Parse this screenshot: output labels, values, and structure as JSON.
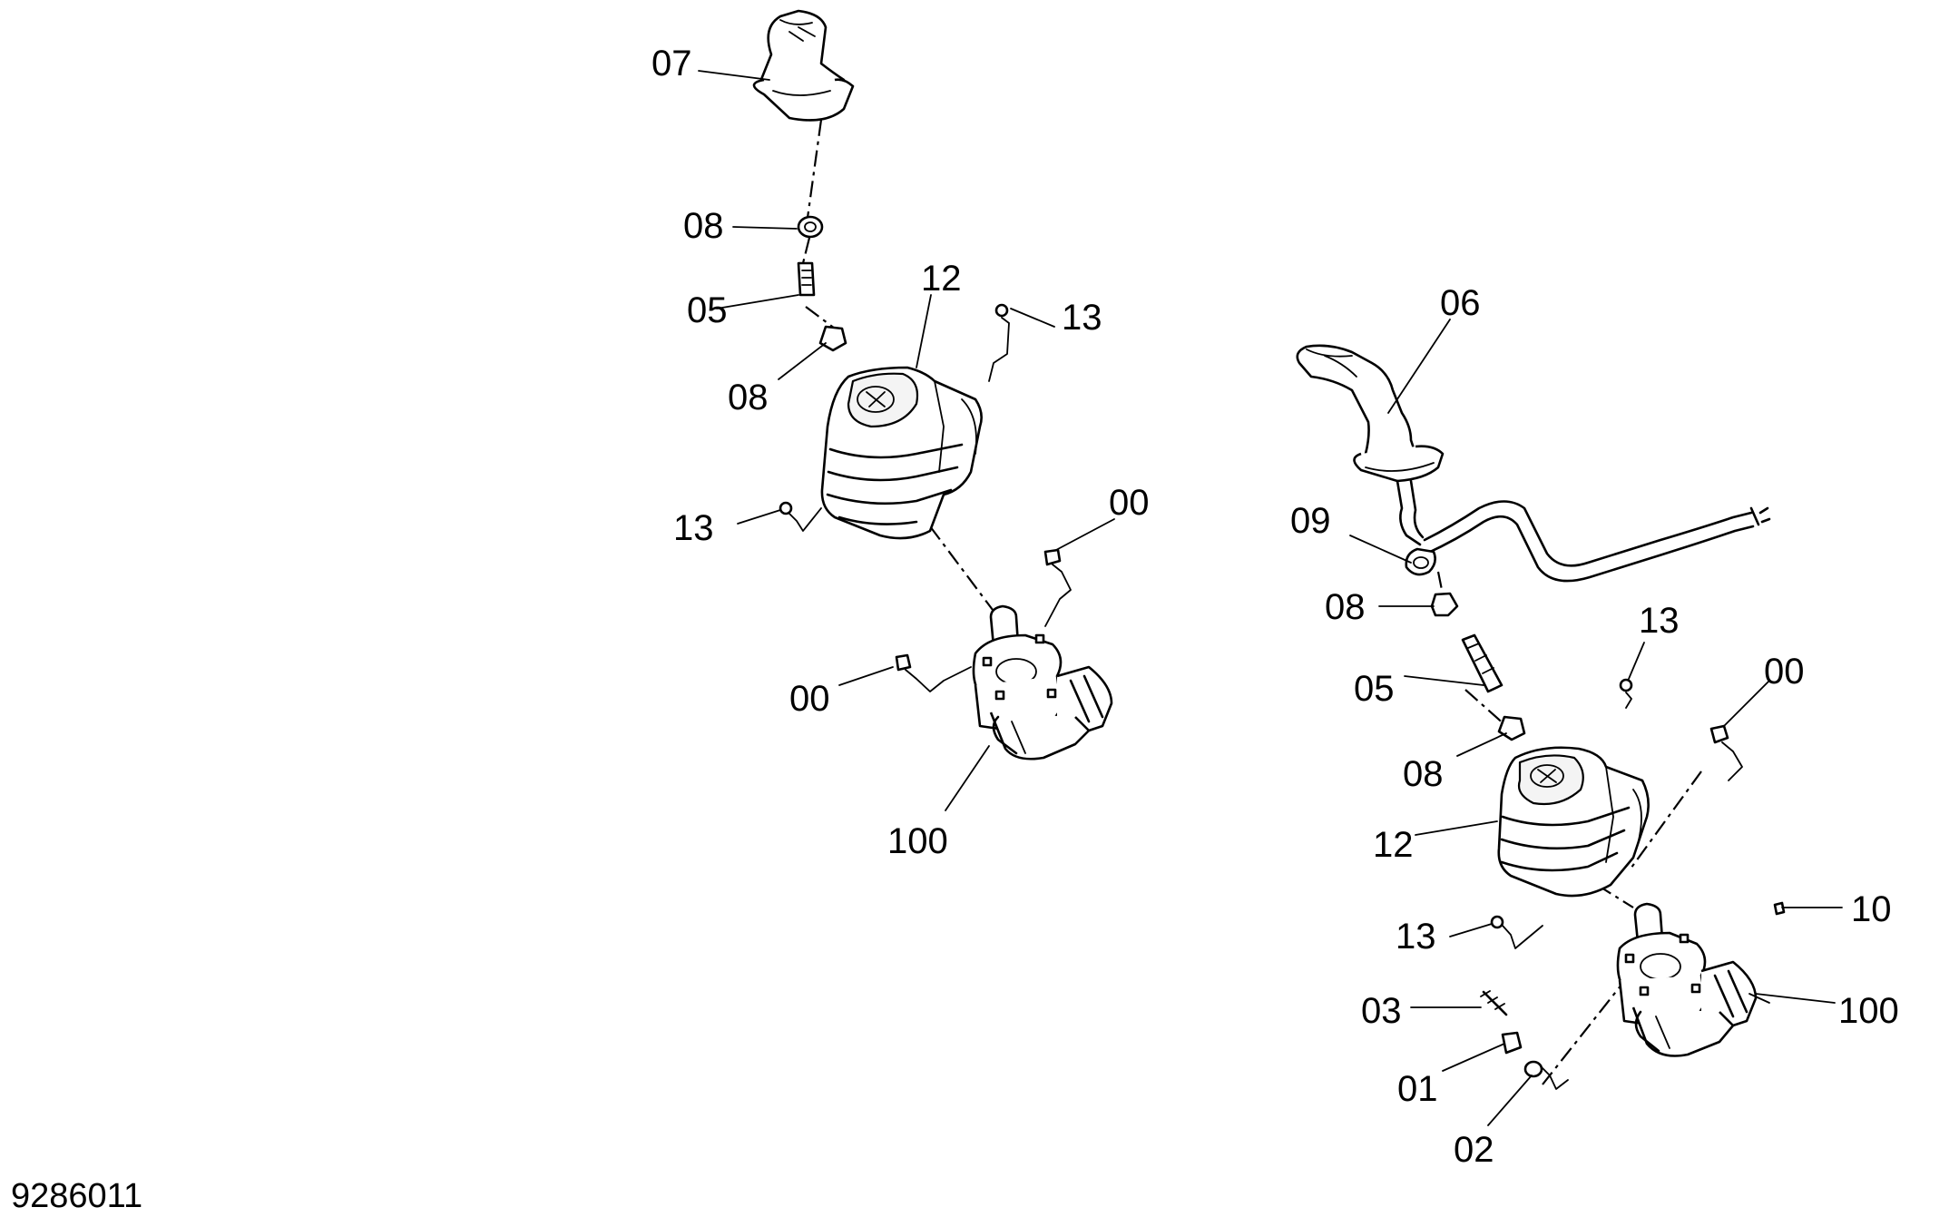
{
  "figure_number": "9286011",
  "callouts": {
    "left": {
      "c07": "07",
      "c08a": "08",
      "c05": "05",
      "c08b": "08",
      "c12": "12",
      "c13a": "13",
      "c13b": "13",
      "c00a": "00",
      "c00b": "00",
      "c100": "100"
    },
    "right": {
      "c06": "06",
      "c09": "09",
      "c08a": "08",
      "c05": "05",
      "c13a": "13",
      "c00": "00",
      "c08b": "08",
      "c12": "12",
      "c13b": "13",
      "c10": "10",
      "c03": "03",
      "c100": "100",
      "c01": "01",
      "c02": "02"
    }
  }
}
